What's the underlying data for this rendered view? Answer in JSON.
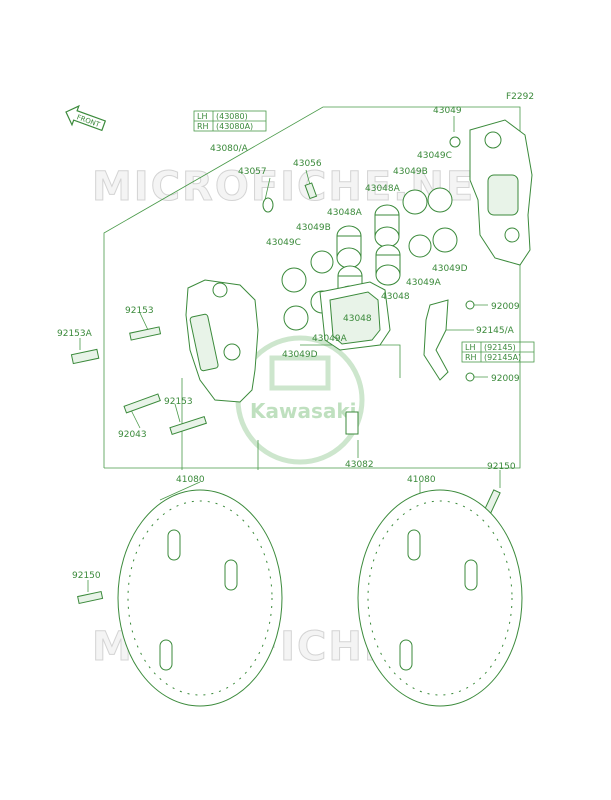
{
  "figure_code": "F2292",
  "front_label": "FRONT",
  "watermark": {
    "text": "MICROFICHE.NET",
    "brand": "Kawasaki"
  },
  "caliper_lh_rh": {
    "lh_label": "LH",
    "lh_value": "(43080)",
    "rh_label": "RH",
    "rh_value": "(43080A)"
  },
  "bracket_lh_rh": {
    "lh_label": "LH",
    "lh_value": "(92145)",
    "rh_label": "RH",
    "rh_value": "(92145A)"
  },
  "part_numbers": {
    "p43080A": "43080/A",
    "p43057": "43057",
    "p43056": "43056",
    "p43048A_top": "43048A",
    "p43048A_mid": "43048A",
    "p43049B_top": "43049B",
    "p43049B_mid": "43049B",
    "p43049C_top": "43049C",
    "p43049C_mid": "43049C",
    "p43049": "43049",
    "p43049D_right": "43049D",
    "p43049D_left": "43049D",
    "p43049A_right": "43049A",
    "p43049A_left": "43049A",
    "p43048_right": "43048",
    "p43048_left": "43048",
    "p92009_top": "92009",
    "p92009_bottom": "92009",
    "p92145A": "92145/A",
    "p92153_top": "92153",
    "p92153_bottom": "92153",
    "p92153A": "92153A",
    "p92043": "92043",
    "p43082": "43082",
    "p41080_left": "41080",
    "p41080_right": "41080",
    "p92150_left": "92150",
    "p92150_right": "92150"
  },
  "colors": {
    "line": "#3b8a3b",
    "watermark": "#d4d4d4",
    "brand": "#bfe0bf"
  }
}
